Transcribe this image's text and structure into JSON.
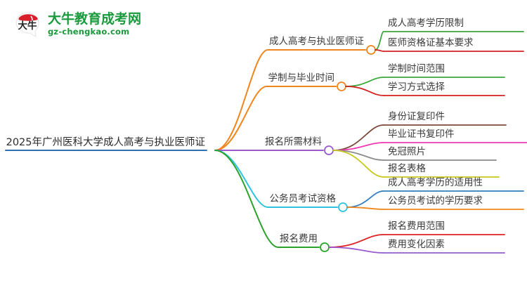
{
  "logo": {
    "badge_text": "大牛",
    "name": "大牛教育成考网",
    "domain": "gz-chengkao.com",
    "badge_color": "#d8202a",
    "text_color": "#1a9a3c"
  },
  "mindmap": {
    "root": {
      "label": "2025年广州医科大学成人高考与执业医师证",
      "color": "#2f6fb5"
    },
    "branches": [
      {
        "label": "成人高考与执业医师证",
        "color": "#f0861e",
        "children": [
          {
            "label": "成人高考学历限制",
            "color": "#3da63d"
          },
          {
            "label": "医师资格证基本要求",
            "color": "#d42020"
          }
        ]
      },
      {
        "label": "学制与毕业时间",
        "color": "#f0861e",
        "children": [
          {
            "label": "学制时间范围",
            "color": "#3da63d"
          },
          {
            "label": "学习方式选择",
            "color": "#d42020"
          }
        ]
      },
      {
        "label": "报名所需材料",
        "color": "#9b59d0",
        "children": [
          {
            "label": "身份证复印件",
            "color": "#7b4a3a"
          },
          {
            "label": "毕业证书复印件",
            "color": "#f03ab4"
          },
          {
            "label": "免冠照片",
            "color": "#8a8a8a"
          },
          {
            "label": "报名表格",
            "color": "#c8c81e"
          }
        ]
      },
      {
        "label": "公务员考试资格",
        "color": "#2ec4e0",
        "children": [
          {
            "label": "成人高考学历的适用性",
            "color": "#2f7fc0"
          },
          {
            "label": "公务员考试的学历要求",
            "color": "#f0861e"
          }
        ]
      },
      {
        "label": "报名费用",
        "color": "#2aa32a",
        "children": [
          {
            "label": "报名费用范围",
            "color": "#e02020"
          },
          {
            "label": "费用变化因素",
            "color": "#9b59d0"
          }
        ]
      }
    ]
  }
}
